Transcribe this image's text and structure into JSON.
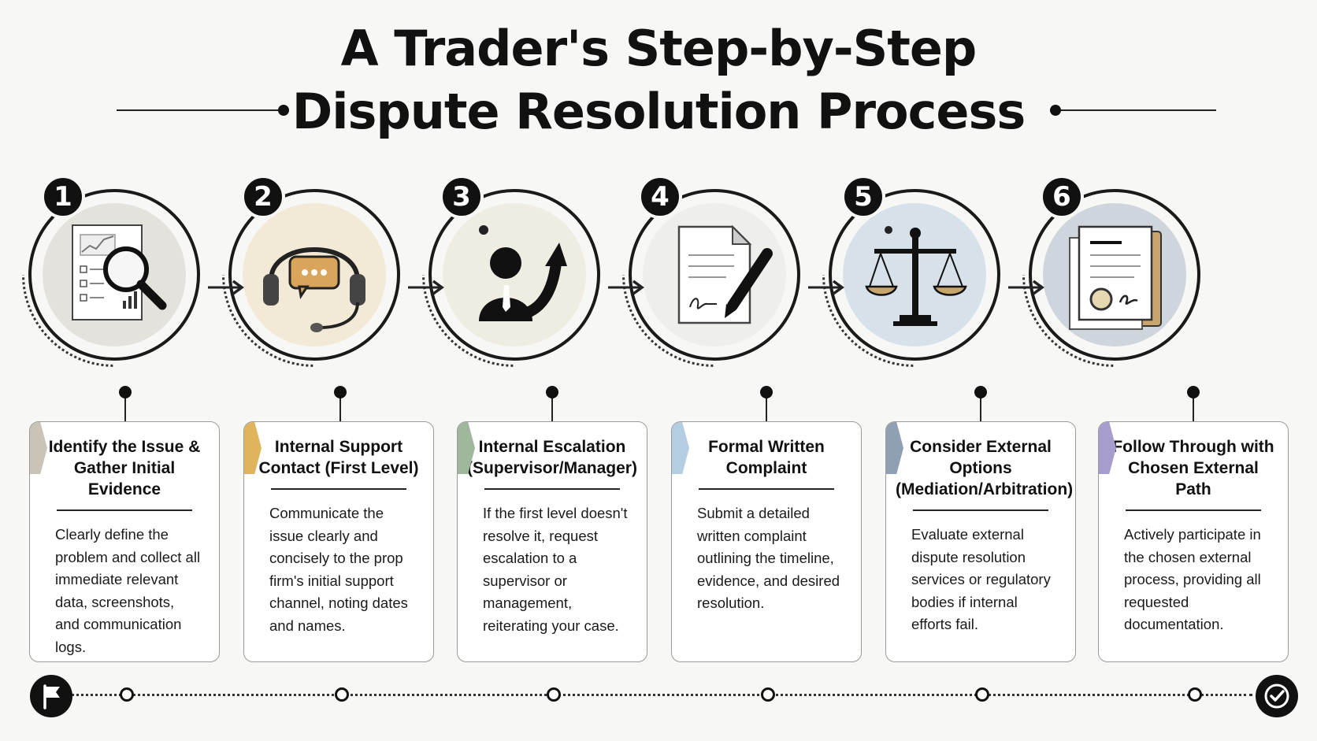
{
  "title": {
    "line1": "A Trader's Step-by-Step",
    "line2": "Dispute Resolution Process"
  },
  "steps": [
    {
      "number": "1",
      "heading": "Identify the Issue & Gather Initial Evidence",
      "body": "Clearly define the problem and collect all immediate relevant data, screenshots, and communication logs.",
      "icon": "document-magnifier-icon",
      "accent": "#c9c4b6",
      "circle_fill": "#e4e2dc"
    },
    {
      "number": "2",
      "heading": "Internal Support Contact (First Level)",
      "body": "Communicate the issue clearly and concisely to the prop firm's initial support channel, noting dates and names.",
      "icon": "headset-chat-icon",
      "accent": "#e0b45c",
      "circle_fill": "#f2ead6"
    },
    {
      "number": "3",
      "heading": "Internal Escalation (Supervisor/Manager)",
      "body": "If the first level doesn't resolve it, request escalation to a supervisor or management, reiterating your case.",
      "icon": "person-arrow-up-icon",
      "accent": "#9fb79a",
      "circle_fill": "#efece2"
    },
    {
      "number": "4",
      "heading": "Formal Written Complaint",
      "body": "Submit a detailed written complaint outlining the timeline, evidence, and desired resolution.",
      "icon": "document-pen-icon",
      "accent": "#b5cde2",
      "circle_fill": "#eeeeea"
    },
    {
      "number": "5",
      "heading": "Consider External Options (Mediation/Arbitration)",
      "body": "Evaluate external dispute resolution services or regulatory bodies if internal efforts fail.",
      "icon": "scales-icon",
      "accent": "#8fa0b4",
      "circle_fill": "#d6e1ea"
    },
    {
      "number": "6",
      "heading": "Follow Through with Chosen External Path",
      "body": "Actively participate in the chosen external process, providing all requested documentation.",
      "icon": "certificate-folder-icon",
      "accent": "#a79ccb",
      "circle_fill": "#cfd5dc"
    }
  ],
  "timeline": {
    "start_icon": "flag-icon",
    "end_icon": "check-circle-icon"
  }
}
